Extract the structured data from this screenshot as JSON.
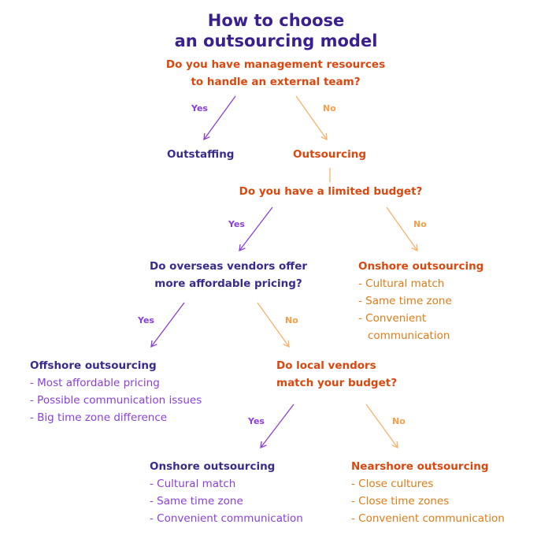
{
  "title": {
    "line1": "How to choose",
    "line2": "an outsourcing model"
  },
  "q1": {
    "line1": "Do you have management resources",
    "line2": "to handle an external team?"
  },
  "q1_yes": "Yes",
  "q1_no": "No",
  "outstaffing": "Outstaffing",
  "outsourcing": "Outsourcing",
  "q2": {
    "text": "Do you have a limited budget?"
  },
  "q2_yes": "Yes",
  "q2_no": "No",
  "q3": {
    "line1": "Do overseas vendors offer",
    "line2": "more affordable pricing?"
  },
  "onshore1": {
    "heading": "Onshore outsourcing",
    "items": [
      "- Cultural match",
      "- Same time zone",
      "- Convenient",
      "communication"
    ]
  },
  "q3_yes": "Yes",
  "q3_no": "No",
  "offshore": {
    "heading": "Offshore outsourcing",
    "items": [
      "- Most affordable pricing",
      "- Possible communication issues",
      "- Big time zone difference"
    ]
  },
  "q4": {
    "line1": "Do local vendors",
    "line2": "match your budget?"
  },
  "q4_yes": "Yes",
  "q4_no": "No",
  "onshore2": {
    "heading": "Onshore outsourcing",
    "items": [
      "- Cultural match",
      "- Same time zone",
      "- Convenient communication"
    ]
  },
  "nearshore": {
    "heading": "Nearshore outsourcing",
    "items": [
      "- Close cultures",
      "- Close time zones",
      "- Convenient communication"
    ]
  },
  "colors": {
    "title": "#3b1f8f",
    "question_orange": "#d9480f",
    "question_purple": "#3b2a8c",
    "yes_arrow": "#8a3fd6",
    "no_arrow": "#f6b26b"
  }
}
